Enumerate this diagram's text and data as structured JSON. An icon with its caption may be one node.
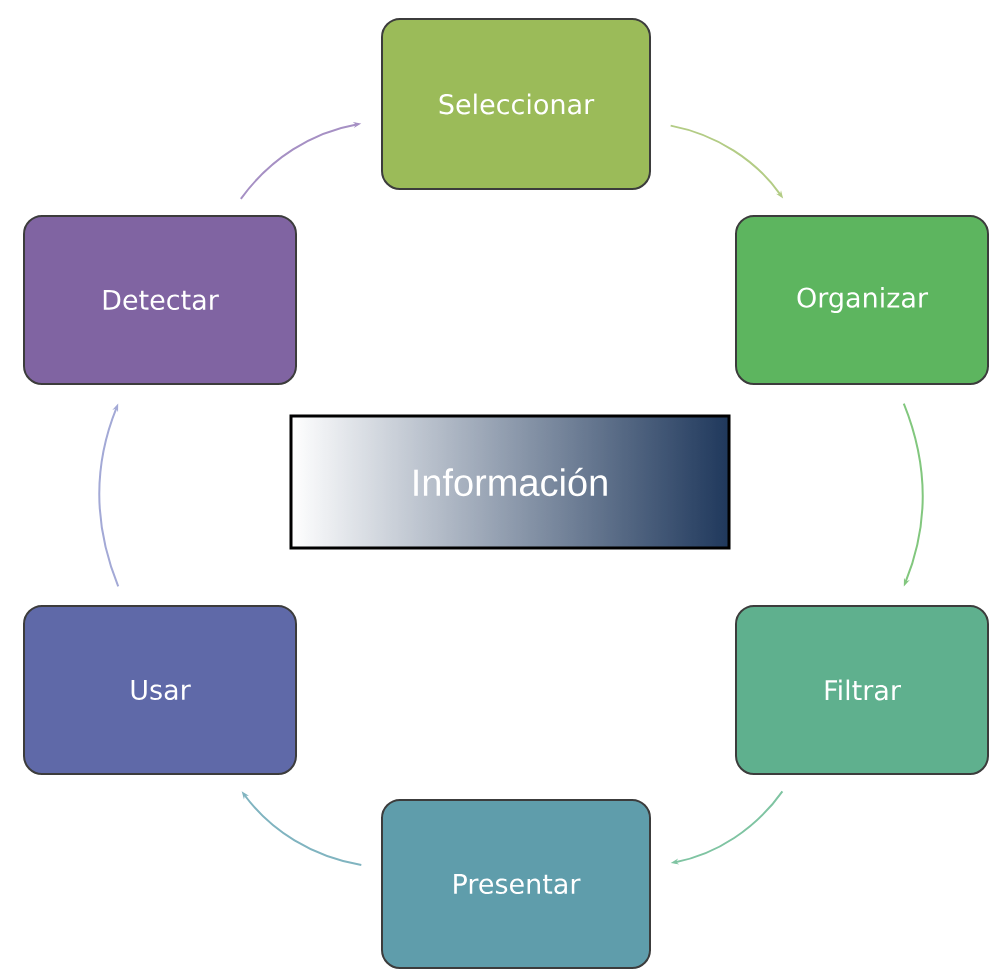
{
  "diagram": {
    "nodes": [
      {
        "text": [
          "Seleccionar"
        ]
      },
      {
        "text": [
          "Detectar"
        ]
      },
      {
        "text": [
          "Organizar"
        ]
      },
      {
        "text": [
          "Información"
        ]
      },
      {
        "text": [
          "Usar"
        ]
      },
      {
        "text": [
          "Filtrar"
        ]
      },
      {
        "text": [
          "Presentar"
        ]
      }
    ],
    "edges": [
      {
        "from": 0,
        "to": 2,
        "arrow": "to",
        "color": "#b3cc85"
      },
      {
        "from": 2,
        "to": 5,
        "arrow": "to",
        "color": "#82c77e"
      },
      {
        "from": 5,
        "to": 6,
        "arrow": "to",
        "color": "#7fc4a2"
      },
      {
        "from": 6,
        "to": 4,
        "arrow": "to",
        "color": "#80b4c0"
      },
      {
        "from": 4,
        "to": 1,
        "arrow": "to",
        "color": "#a3a9d6"
      },
      {
        "from": 1,
        "to": 0,
        "arrow": "to",
        "color": "#a690c4"
      }
    ]
  }
}
